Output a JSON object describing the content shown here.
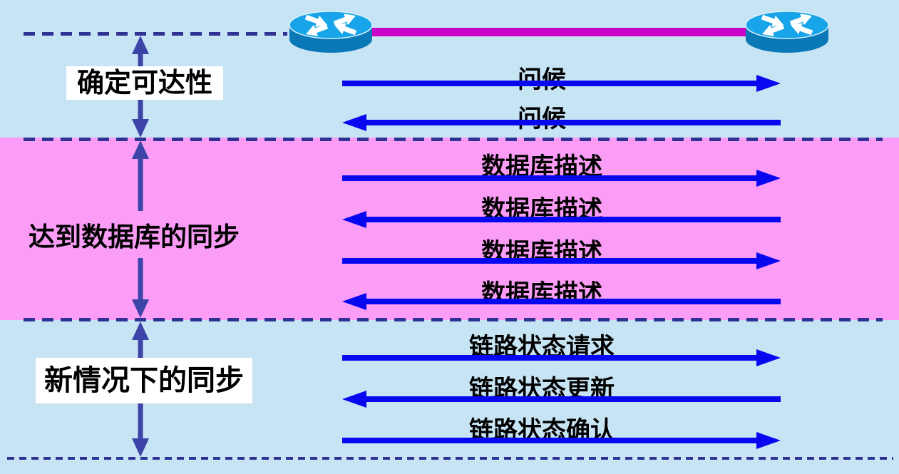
{
  "diagram": {
    "type": "sequence-diagram",
    "topic": "OSPF neighbor message exchange",
    "nodes": [
      {
        "name": "router-left",
        "icon": "router-icon"
      },
      {
        "name": "router-right",
        "icon": "router-icon"
      }
    ],
    "link": {
      "name": "router-link",
      "color": "#C902C9"
    },
    "phases": [
      {
        "label": "确定可达性",
        "band_color": "#C7E4F5",
        "label_bg": "#FFFFFF"
      },
      {
        "label": "达到数据库的同步",
        "band_color": "#FB9DF7",
        "label_bg": "#FB9DF7"
      },
      {
        "label": "新情况下的同步",
        "band_color": "#C7E4F5",
        "label_bg": "#FFFFFF"
      }
    ],
    "messages": [
      {
        "phase": 1,
        "label": "问候",
        "direction": "right"
      },
      {
        "phase": 1,
        "label": "问候",
        "direction": "left"
      },
      {
        "phase": 2,
        "label": "数据库描述",
        "direction": "right"
      },
      {
        "phase": 2,
        "label": "数据库描述",
        "direction": "left"
      },
      {
        "phase": 2,
        "label": "数据库描述",
        "direction": "right"
      },
      {
        "phase": 2,
        "label": "数据库描述",
        "direction": "left"
      },
      {
        "phase": 3,
        "label": "链路状态请求",
        "direction": "right"
      },
      {
        "phase": 3,
        "label": "链路状态更新",
        "direction": "left"
      },
      {
        "phase": 3,
        "label": "链路状态确认",
        "direction": "right"
      }
    ],
    "colors": {
      "background": "#C7E4F5",
      "phase2_band": "#FB9DF7",
      "message_arrow": "#0707F0",
      "dashed_divider": "#2F3193",
      "phase_span_arrow": "#3C44A8",
      "router_link": "#C902C9",
      "router_top": "#18A4E8",
      "router_body": "#0878B6"
    }
  }
}
